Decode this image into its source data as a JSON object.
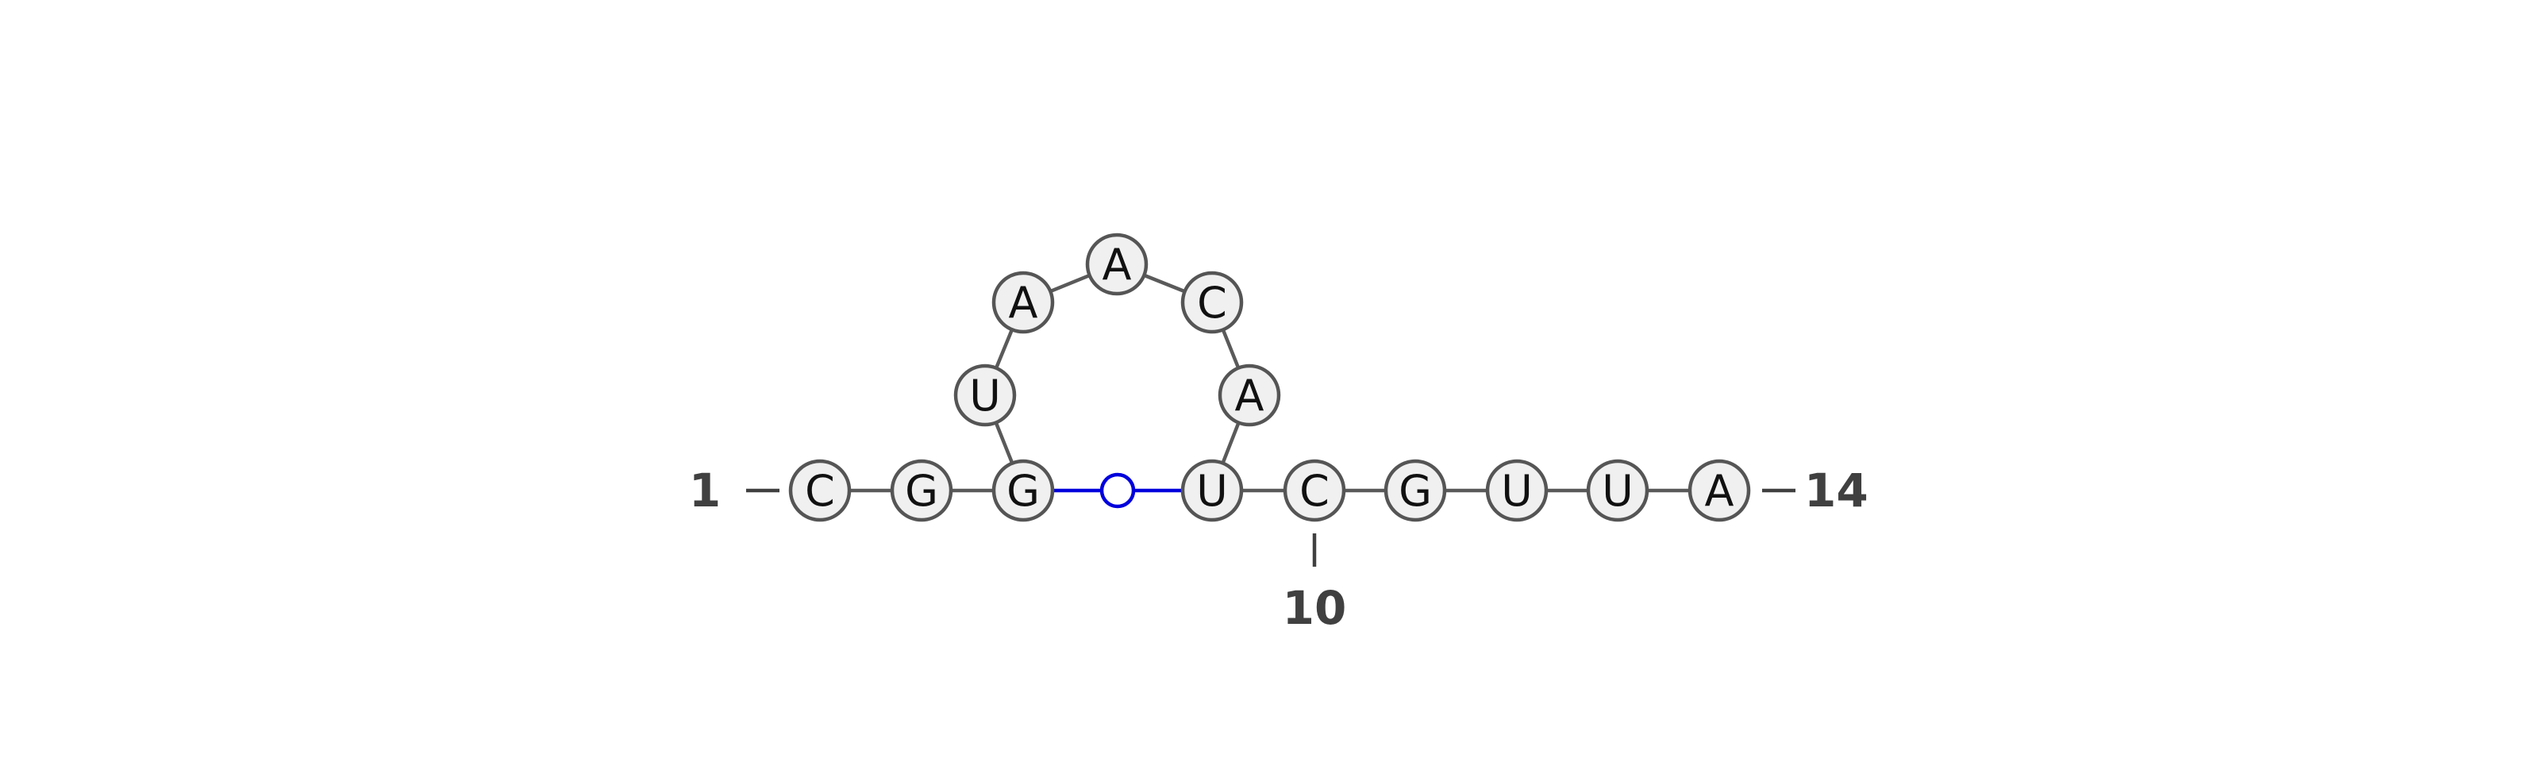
{
  "structure": {
    "sequence": [
      "C",
      "G",
      "G",
      "U",
      "A",
      "A",
      "C",
      "A",
      "U",
      "C",
      "G",
      "U",
      "U",
      "A"
    ],
    "base_pairs": [
      [
        3,
        9
      ]
    ],
    "pair_colors": {
      "GU": "#0000dd"
    },
    "colors": {
      "node_fill": "#f0f0f0",
      "node_stroke": "#555555",
      "backbone": "#5a5a5a",
      "label": "#404040"
    }
  },
  "labels": {
    "start": "1",
    "end": "14",
    "mark_10": "10"
  }
}
